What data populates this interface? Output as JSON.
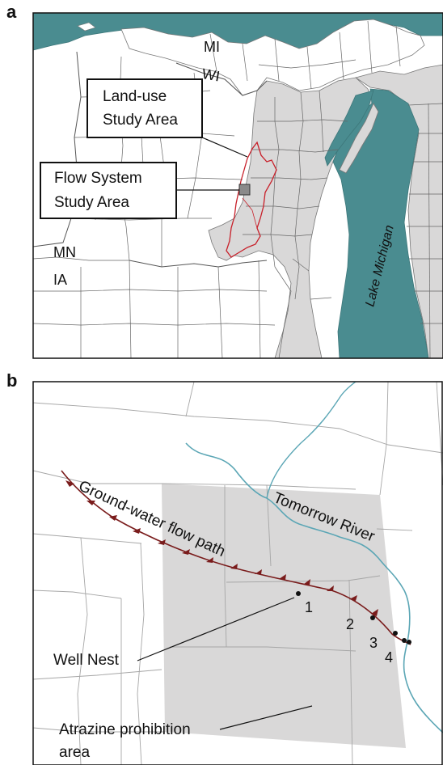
{
  "panel_a": {
    "letter": "a",
    "state_labels": {
      "mi": "MI",
      "wi": "WI",
      "mn": "MN",
      "ia": "IA"
    },
    "lake_label": "Lake Michigan",
    "callouts": {
      "landuse_line1": "Land-use",
      "landuse_line2": "Study Area",
      "flow_line1": "Flow System",
      "flow_line2": "Study Area"
    }
  },
  "panel_b": {
    "letter": "b",
    "river_label": "Tomorrow River",
    "flowpath_label": "Ground-water flow path",
    "well_nest_label": "Well Nest",
    "atrazine_line1": "Atrazine prohibition",
    "atrazine_line2": "area",
    "wells": [
      "1",
      "2",
      "3",
      "4"
    ]
  },
  "colors": {
    "water": "#4a8c90",
    "shaded_region": "#d9d8d8",
    "study_outline": "#c8202a",
    "flow_path": "#7a1c1c",
    "river": "#5ba6b5",
    "boundary": "#555555"
  }
}
